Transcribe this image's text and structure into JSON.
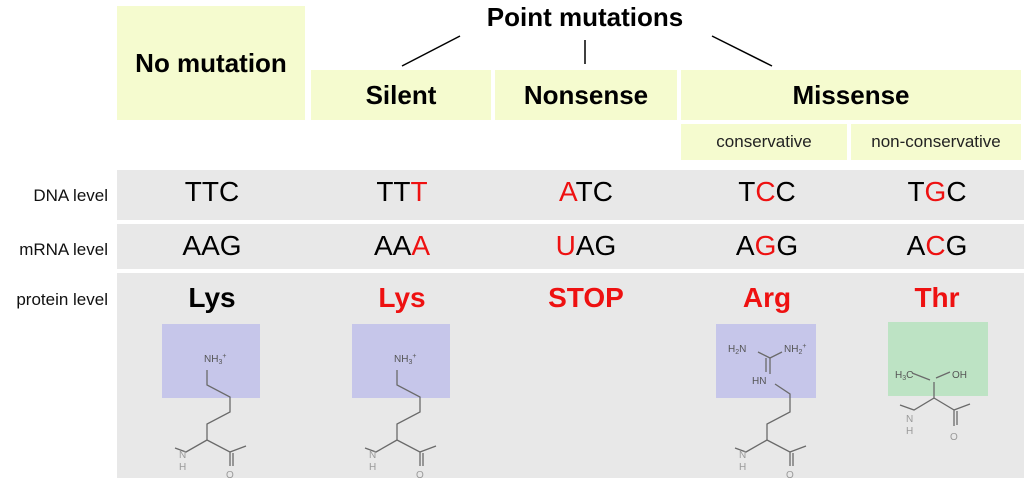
{
  "header": {
    "point_mutations": "Point mutations",
    "no_mutation": "No mutation",
    "silent": "Silent",
    "nonsense": "Nonsense",
    "missense": "Missense",
    "conservative": "conservative",
    "non_conservative": "non-conservative"
  },
  "row_labels": {
    "dna": "DNA level",
    "mrna": "mRNA level",
    "protein": "protein level"
  },
  "columns": [
    {
      "id": "no-mutation",
      "dna": [
        {
          "t": "TTC",
          "m": false
        }
      ],
      "mrna": [
        {
          "t": "AAG",
          "m": false
        }
      ],
      "protein": {
        "t": "Lys",
        "m": false
      }
    },
    {
      "id": "silent",
      "dna": [
        {
          "t": "TT",
          "m": false
        },
        {
          "t": "T",
          "m": true
        }
      ],
      "mrna": [
        {
          "t": "AA",
          "m": false
        },
        {
          "t": "A",
          "m": true
        }
      ],
      "protein": {
        "t": "Lys",
        "m": true
      }
    },
    {
      "id": "nonsense",
      "dna": [
        {
          "t": "A",
          "m": true
        },
        {
          "t": "TC",
          "m": false
        }
      ],
      "mrna": [
        {
          "t": "U",
          "m": true
        },
        {
          "t": "AG",
          "m": false
        }
      ],
      "protein": {
        "t": "STOP",
        "m": true
      }
    },
    {
      "id": "conservative",
      "dna": [
        {
          "t": "T",
          "m": false
        },
        {
          "t": "C",
          "m": true
        },
        {
          "t": "C",
          "m": false
        }
      ],
      "mrna": [
        {
          "t": "A",
          "m": false
        },
        {
          "t": "G",
          "m": true
        },
        {
          "t": "G",
          "m": false
        }
      ],
      "protein": {
        "t": "Arg",
        "m": true
      }
    },
    {
      "id": "non-conservative",
      "dna": [
        {
          "t": "T",
          "m": false
        },
        {
          "t": "G",
          "m": true
        },
        {
          "t": "C",
          "m": false
        }
      ],
      "mrna": [
        {
          "t": "A",
          "m": false
        },
        {
          "t": "C",
          "m": true
        },
        {
          "t": "G",
          "m": false
        }
      ],
      "protein": {
        "t": "Thr",
        "m": true
      }
    }
  ],
  "structure_labels": {
    "nh3": "NH",
    "nh3_sub": "3",
    "plus": "+",
    "h2n": "H",
    "h2n_sub": "2",
    "h2n_n": "N",
    "nh2": "NH",
    "nh2_sub": "2",
    "hn": "HN",
    "h3c": "H",
    "h3c_sub": "3",
    "h3c_c": "C",
    "oh": "OH",
    "nh_backbone_n": "N",
    "nh_backbone_h": "H",
    "o": "O"
  },
  "colors": {
    "header_bg": "#f5fbcf",
    "row_bg": "#e8e8e8",
    "mutated_text": "#ee1111",
    "basic_box": "#c6c6ea",
    "polar_box": "#bde3c4"
  }
}
